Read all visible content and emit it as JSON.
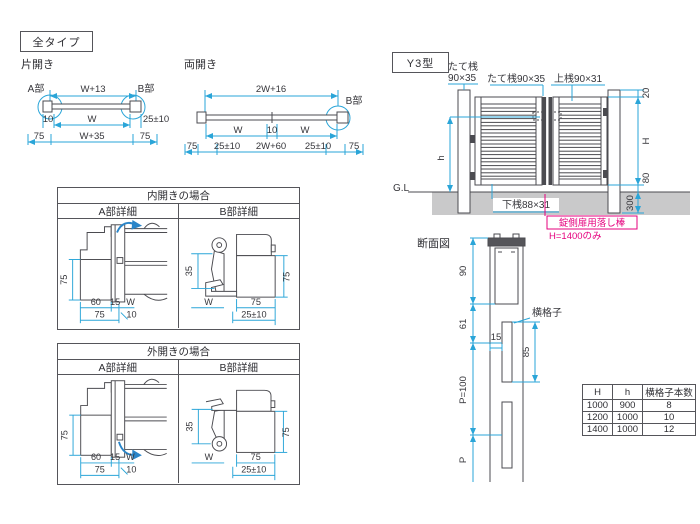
{
  "colors": {
    "dim_line": "#2aa5d8",
    "draw_line": "#4b4b50",
    "accent_magenta": "#e5007e",
    "arrow_blue": "#2a85c8",
    "ground_gray": "#c9c9ca"
  },
  "header": {
    "all_type": "全タイプ",
    "model": "Y3型"
  },
  "single_swing": {
    "title": "片開き",
    "a_part": "A部",
    "b_part": "B部",
    "dim_top": "W+13",
    "dim_10": "10",
    "dim_w": "W",
    "dim_25": "25±10",
    "dim_75_left": "75",
    "dim_w35": "W+35",
    "dim_75_right": "75"
  },
  "double_swing": {
    "title": "両開き",
    "b_part": "B部",
    "dim_top": "2W+16",
    "dim_w_left": "W",
    "dim_10": "10",
    "dim_w_right": "W",
    "dim_75_left": "75",
    "dim_25_left": "25±10",
    "dim_2w60": "2W+60",
    "dim_25_right": "25±10",
    "dim_75_right": "75"
  },
  "elevation": {
    "label_tate_left_1": "たて桟",
    "label_tate_left_2": "90×35",
    "label_tate_center": "たて桟90×35",
    "label_kamisan": "上桟90×31",
    "dim_20": "20",
    "dim_H": "H",
    "dim_80": "80",
    "dim_300": "300",
    "dim_h": "h",
    "gl": "G.L",
    "label_shimosan": "下桟88×31",
    "note_line1": "錠側扉用落し棒",
    "note_line2": "H=1400のみ"
  },
  "inward": {
    "title": "内開きの場合",
    "col_a": "A部詳細",
    "col_b": "B部詳細",
    "a_dims": {
      "v75": "75",
      "d60": "60",
      "d15": "15",
      "w": "W",
      "b75": "75",
      "d10": "10"
    },
    "b_dims": {
      "v35": "35",
      "v75": "75",
      "w": "W",
      "b75": "75",
      "d25": "25±10"
    }
  },
  "outward": {
    "title": "外開きの場合",
    "col_a": "A部詳細",
    "col_b": "B部詳細",
    "a_dims": {
      "v75": "75",
      "d60": "60",
      "d15": "15",
      "w": "W",
      "b75": "75",
      "d10": "10"
    },
    "b_dims": {
      "v35": "35",
      "v75": "75",
      "w": "W",
      "b75": "75",
      "d25": "25±10"
    }
  },
  "section": {
    "title": "断面図",
    "dim_90": "90",
    "dim_61": "61",
    "dim_15": "15",
    "dim_85": "85",
    "dim_p100": "P=100",
    "dim_p": "P",
    "label_yokogoshi": "横格子"
  },
  "spec_table": {
    "headers": [
      "H",
      "h",
      "横格子本数"
    ],
    "rows": [
      [
        "1000",
        "900",
        "8"
      ],
      [
        "1200",
        "1000",
        "10"
      ],
      [
        "1400",
        "1000",
        "12"
      ]
    ]
  }
}
